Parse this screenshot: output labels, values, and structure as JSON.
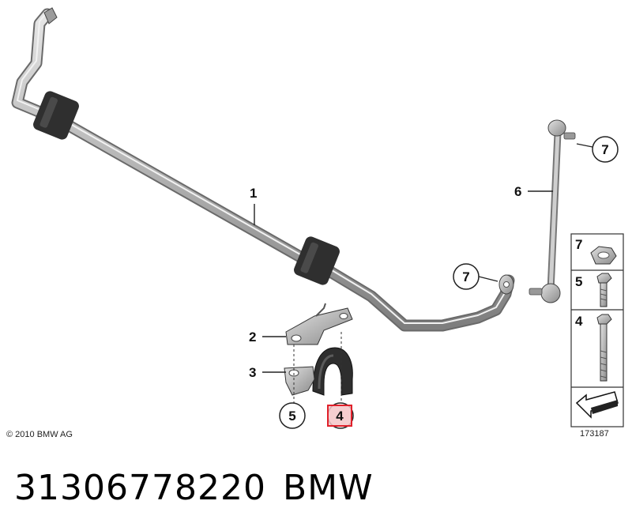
{
  "callouts": {
    "stabilizer_bar": "1",
    "bracket": "2",
    "bracket_small": "3",
    "rubber_mount": "4",
    "bolt_circled": "5",
    "link": "6",
    "nut_top": "7",
    "nut_bottom": "7"
  },
  "legend": {
    "items": [
      {
        "label": "7",
        "icon": "collar-nut-icon"
      },
      {
        "label": "5",
        "icon": "short-bolt-icon"
      },
      {
        "label": "4",
        "icon": "long-bolt-icon"
      }
    ],
    "arrow_icon": "cut-arrow-icon",
    "drawing_number": "173187"
  },
  "copyright": "© 2010 BMW AG",
  "footer": {
    "part_number": "31306778220",
    "brand": "BMW"
  },
  "colors": {
    "highlight": "#e0202a",
    "highlight_fill": "#f4c6c8",
    "part_gray": "#b9b9b9",
    "part_dark": "#2b2b2b"
  }
}
